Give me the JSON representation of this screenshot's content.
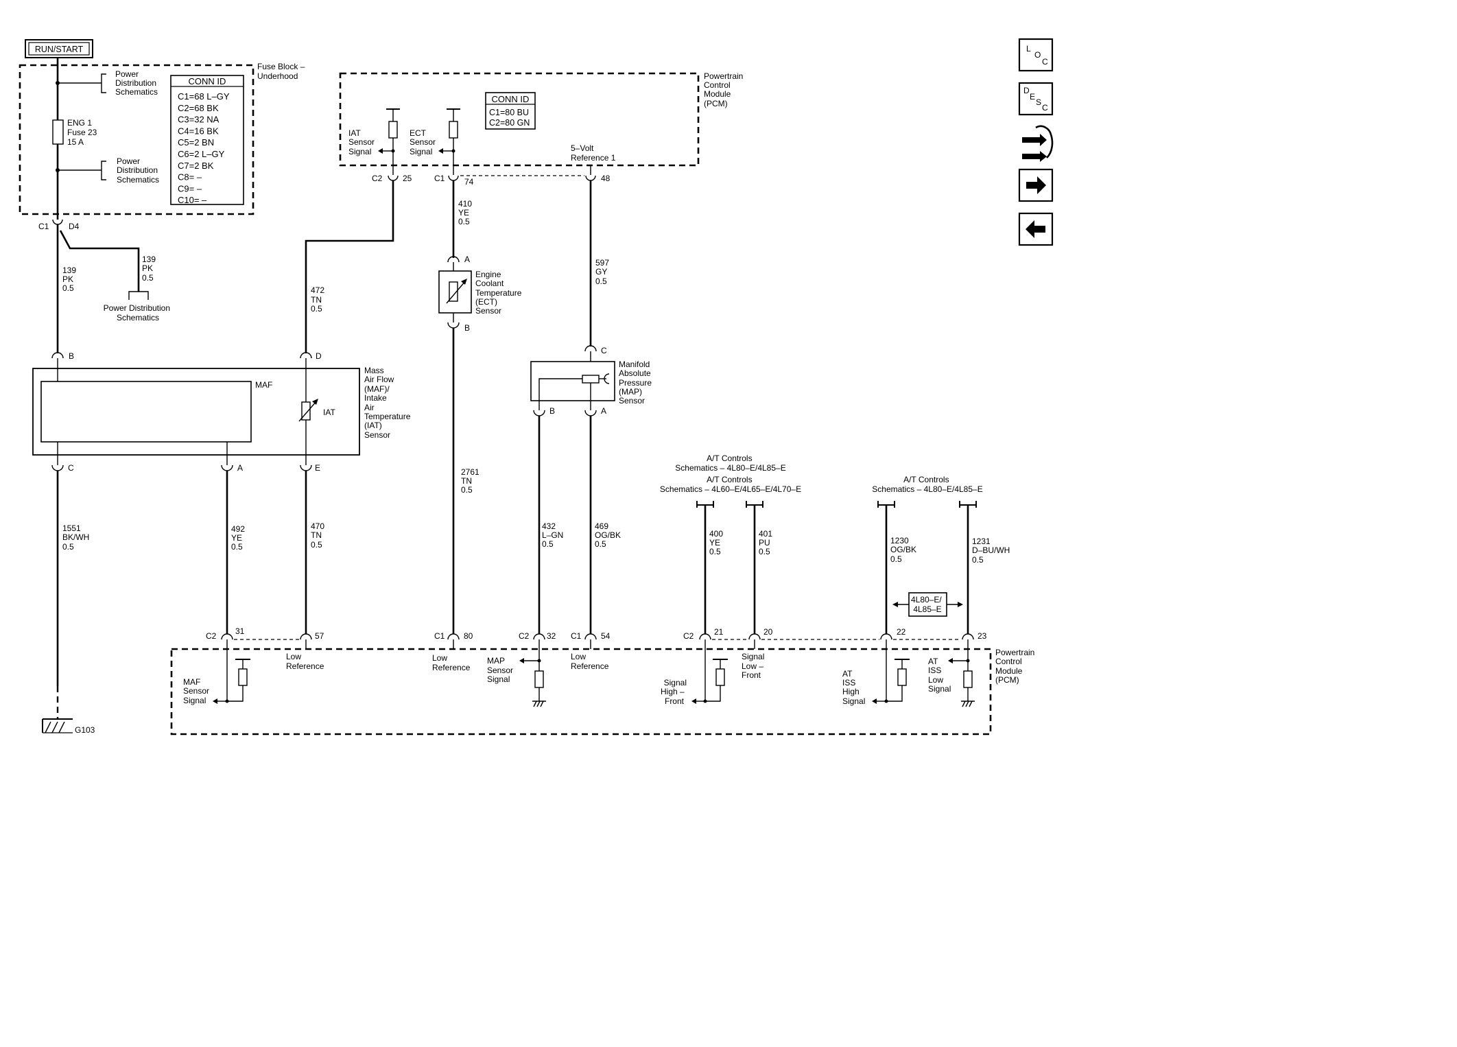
{
  "power_source": "RUN/START",
  "fuse_block": {
    "title": [
      "Fuse Block –",
      "Underhood"
    ],
    "pdist_top": [
      "Power",
      "Distribution",
      "Schematics"
    ],
    "pdist_mid": [
      "Power",
      "Distribution",
      "Schematics"
    ],
    "fuse": [
      "ENG 1",
      "Fuse 23",
      "15 A"
    ],
    "conn_title": "CONN ID",
    "conn_rows": [
      "C1=68 L–GY",
      "C2=68 BK",
      "C3=32 NA",
      "C4=16 BK",
      "C5=2 BN",
      "C6=2 L–GY",
      "C7=2 BK",
      "C8= –",
      "C9= –",
      "C10= –"
    ]
  },
  "pcm_top": {
    "title": [
      "Powertrain",
      "Control",
      "Module",
      "(PCM)"
    ],
    "conn_title": "CONN ID",
    "conn_rows": [
      "C1=80 BU",
      "C2=80 GN"
    ],
    "iat_signal": [
      "IAT",
      "Sensor",
      "Signal"
    ],
    "ect_signal": [
      "ECT",
      "Sensor",
      "Signal"
    ],
    "vref": [
      "5–Volt",
      "Reference 1"
    ],
    "pins": {
      "c2": "C2",
      "p25": "25",
      "c1": "C1",
      "p74": "74",
      "p48": "48"
    }
  },
  "splice": {
    "c1": "C1",
    "d4": "D4"
  },
  "wires": {
    "w139a": [
      "139",
      "PK",
      "0.5"
    ],
    "w139b": [
      "139",
      "PK",
      "0.5"
    ],
    "w472": [
      "472",
      "TN",
      "0.5"
    ],
    "w410": [
      "410",
      "YE",
      "0.5"
    ],
    "w597": [
      "597",
      "GY",
      "0.5"
    ],
    "w1551": [
      "1551",
      "BK/WH",
      "0.5"
    ],
    "w492": [
      "492",
      "YE",
      "0.5"
    ],
    "w470": [
      "470",
      "TN",
      "0.5"
    ],
    "w2761": [
      "2761",
      "TN",
      "0.5"
    ],
    "w432": [
      "432",
      "L–GN",
      "0.5"
    ],
    "w469": [
      "469",
      "OG/BK",
      "0.5"
    ],
    "w400": [
      "400",
      "YE",
      "0.5"
    ],
    "w401": [
      "401",
      "PU",
      "0.5"
    ],
    "w1230": [
      "1230",
      "OG/BK",
      "0.5"
    ],
    "w1231": [
      "1231",
      "D–BU/WH",
      "0.5"
    ]
  },
  "pdist_bottom": [
    "Power Distribution",
    "Schematics"
  ],
  "ect_sensor": {
    "title": [
      "Engine",
      "Coolant",
      "Temperature",
      "(ECT)",
      "Sensor"
    ],
    "pin_a": "A",
    "pin_b": "B"
  },
  "maf_sensor": {
    "title": [
      "Mass",
      "Air Flow",
      "(MAF)/",
      "Intake",
      "Air",
      "Temperature",
      "(IAT)",
      "Sensor"
    ],
    "maf": "MAF",
    "iat": "IAT",
    "pins": {
      "b": "B",
      "d": "D",
      "c": "C",
      "a": "A",
      "e": "E"
    }
  },
  "map_sensor": {
    "title": [
      "Manifold",
      "Absolute",
      "Pressure",
      "(MAP)",
      "Sensor"
    ],
    "pin_c": "C",
    "pin_b": "B",
    "pin_a": "A"
  },
  "at_controls": {
    "left_a": [
      "A/T Controls",
      "Schematics – 4L80–E/4L85–E"
    ],
    "left_b": [
      "A/T Controls",
      "Schematics – 4L60–E/4L65–E/4L70–E"
    ],
    "right": [
      "A/T Controls",
      "Schematics – 4L80–E/4L85–E"
    ],
    "option": [
      "4L80–E/",
      "4L85–E"
    ]
  },
  "pcm_bottom": {
    "title": [
      "Powertrain",
      "Control",
      "Module",
      "(PCM)"
    ],
    "pins": {
      "c2_31": [
        "C2",
        "31"
      ],
      "p57": "57",
      "c1_80": [
        "C1",
        "80"
      ],
      "c2_32": [
        "C2",
        "32"
      ],
      "c1_54": [
        "C1",
        "54"
      ],
      "c2_21": [
        "C2",
        "21"
      ],
      "p20": "20",
      "p22": "22",
      "p23": "23"
    },
    "maf_signal": [
      "MAF",
      "Sensor",
      "Signal"
    ],
    "low_ref_1": [
      "Low",
      "Reference"
    ],
    "low_ref_2": [
      "Low",
      "Reference"
    ],
    "map_signal": [
      "MAP",
      "Sensor",
      "Signal"
    ],
    "low_ref_3": [
      "Low",
      "Reference"
    ],
    "sig_high": [
      "Signal",
      "High –",
      "Front"
    ],
    "sig_low": [
      "Signal",
      "Low –",
      "Front"
    ],
    "iss_high": [
      "AT",
      "ISS",
      "High",
      "Signal"
    ],
    "iss_low": [
      "AT",
      "ISS",
      "Low",
      "Signal"
    ]
  },
  "ground": "G103",
  "nav": {
    "loc": [
      "L",
      "O",
      "C"
    ],
    "desc": [
      "D",
      "E",
      "S",
      "C"
    ],
    "icons": [
      "loc-icon",
      "desc-icon",
      "connector-icon",
      "forward-arrow-icon",
      "back-arrow-icon"
    ]
  }
}
